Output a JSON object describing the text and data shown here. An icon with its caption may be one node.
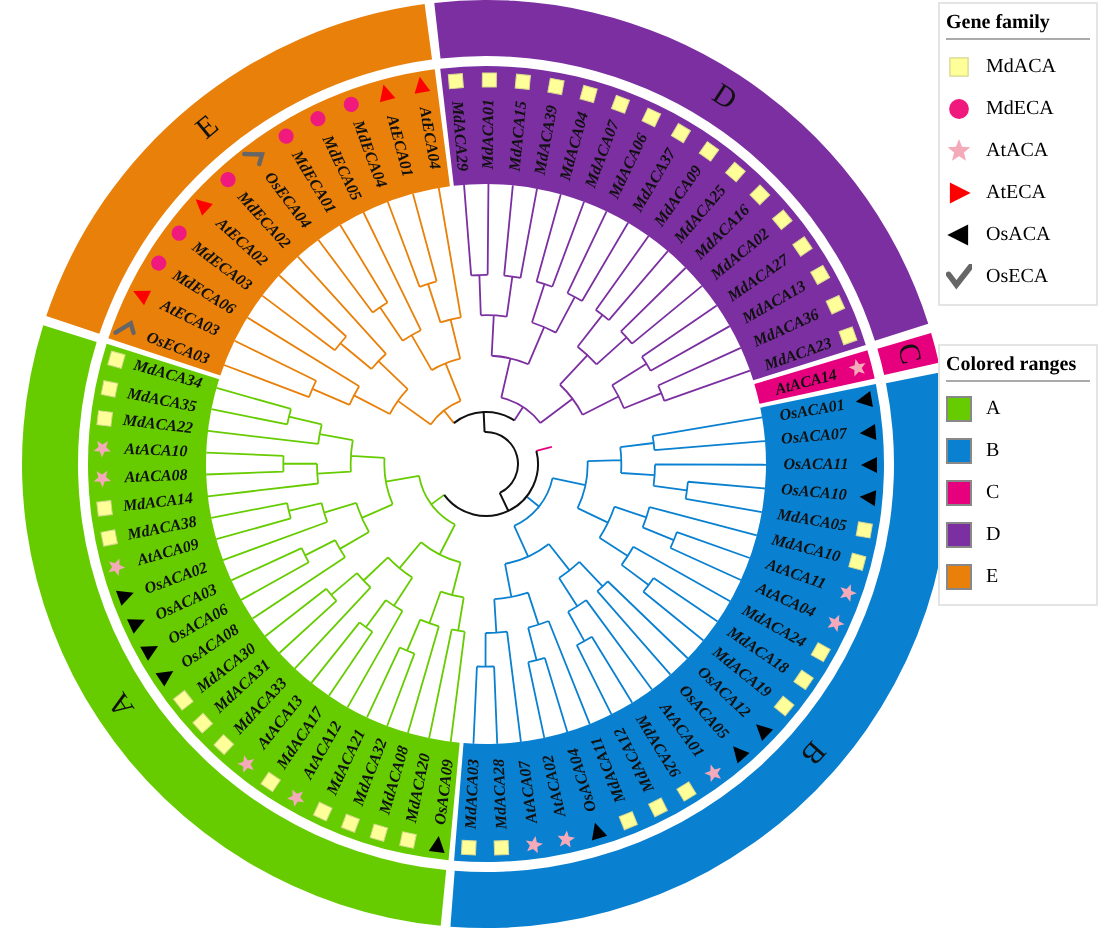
{
  "diagram": {
    "labels": [
      "OsECA03",
      "AtECA03",
      "MdECA06",
      "MdECA03",
      "AtECA02",
      "MdECA02",
      "OsECA04",
      "MdECA01",
      "MdECA05",
      "MdECA04",
      "AtECA01",
      "AtECA04",
      "MdACA29",
      "MdACA01",
      "MdACA15",
      "MdACA39",
      "MdACA04",
      "MdACA07",
      "MdACA06",
      "MdACA37",
      "MdACA09",
      "MdACA25",
      "MdACA16",
      "MdACA02",
      "MdACA27",
      "MdACA13",
      "MdACA36",
      "MdACA23",
      "AtACA14",
      "MdACA03",
      "MdACA28",
      "AtACA07",
      "AtACA02",
      "OsACA04",
      "MdACA11",
      "MdACA12",
      "MdACA26",
      "AtACA01",
      "OsACA05",
      "OsACA12",
      "MdACA19",
      "MdACA18",
      "MdACA24",
      "AtACA04",
      "AtACA11",
      "MdACA10",
      "MdACA05",
      "OsACA10",
      "OsACA11",
      "OsACA07",
      "OsACA01",
      "MdACA34",
      "MdACA35",
      "MdACA22",
      "AtACA10",
      "AtACA08",
      "MdACA14",
      "MdACA38",
      "AtACA09",
      "OsACA02",
      "OsACA03",
      "OsACA06",
      "OsACA08",
      "MdACA30",
      "MdACA31",
      "MdACA33",
      "AtACA13",
      "MdACA17",
      "AtACA12",
      "MdACA21",
      "MdACA32",
      "MdACA08",
      "MdACA20",
      "OsACA09",
      "E",
      "D",
      "C",
      "B",
      "A",
      "Gene family",
      "Colored ranges"
    ],
    "legend": [
      {
        "text": "MdACA"
      },
      {
        "text": "MdECA"
      },
      {
        "text": "AtACA"
      },
      {
        "text": "AtECA"
      },
      {
        "text": "OsACA"
      },
      {
        "text": "OsECA"
      },
      {
        "text": "A",
        "color": "#66cc00"
      },
      {
        "text": "B",
        "color": "#0a80d0"
      },
      {
        "text": "C",
        "color": "#e6007e"
      },
      {
        "text": "D",
        "color": "#7b2fa0"
      },
      {
        "text": "E",
        "color": "#e8800a"
      }
    ]
  }
}
